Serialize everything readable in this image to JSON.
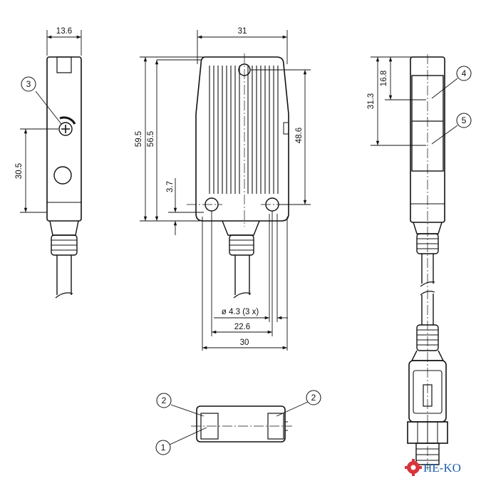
{
  "dimensions": {
    "side_width": "13.6",
    "top_width": "31",
    "height_total": "59.5",
    "height_body": "56.5",
    "hole_spacing_v": "48.6",
    "hole_offset": "3.7",
    "side_height": "30.5",
    "right_total": "31.3",
    "right_partial": "16.8",
    "hole_dia": "ø 4.3 (3 x)",
    "hole_spacing_h": "22.6",
    "bottom_width": "30"
  },
  "callouts": [
    "1",
    "2",
    "3",
    "4",
    "5"
  ],
  "logo": {
    "text": "HE-KO",
    "icon": "gear-icon",
    "color": "#1f5fa8"
  },
  "colors": {
    "line": "#111111",
    "background": "#ffffff"
  }
}
